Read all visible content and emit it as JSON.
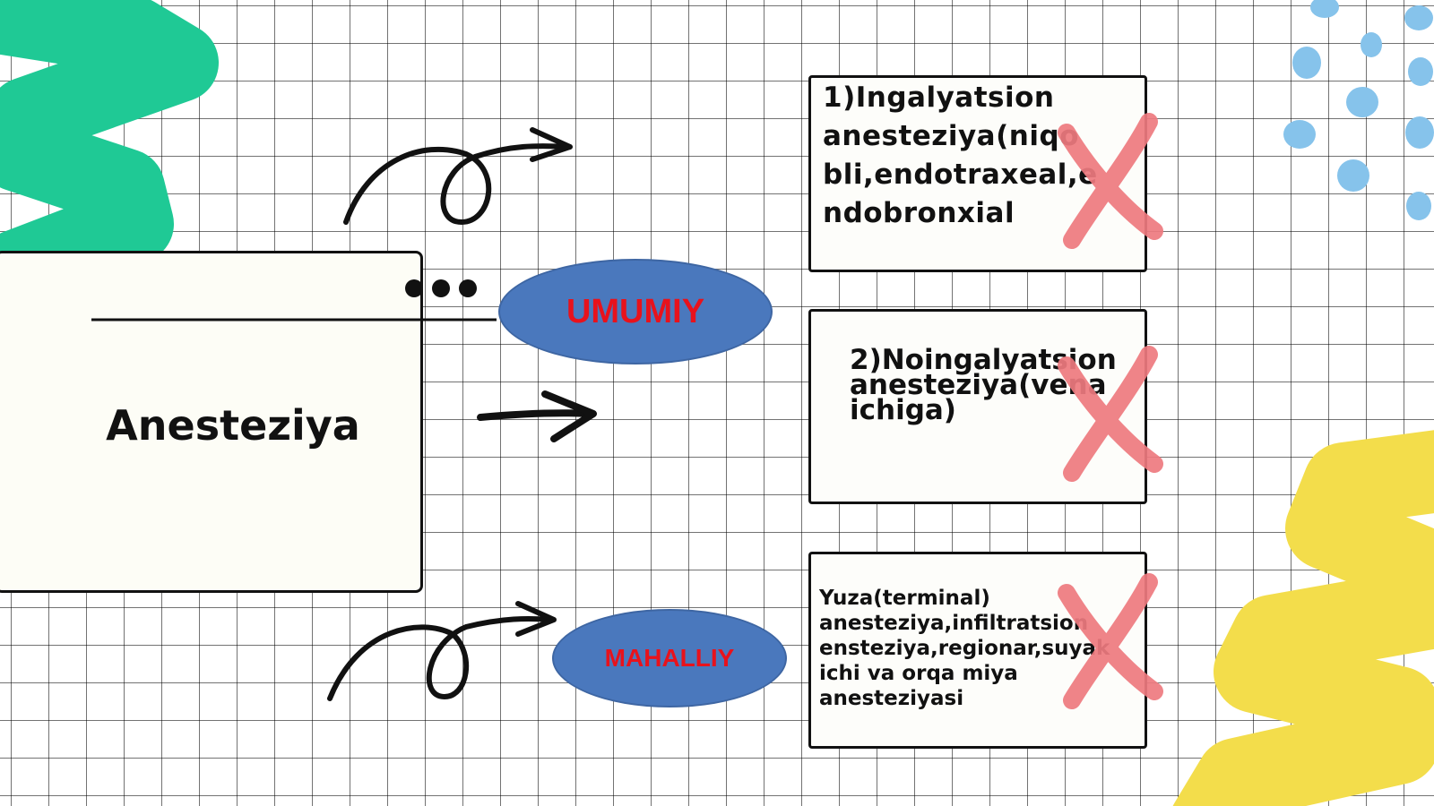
{
  "main": {
    "title": "Anesteziya"
  },
  "categories": {
    "umumiy": "UMUMIY",
    "mahalliy": "MAHALLIY"
  },
  "boxes": [
    {
      "text": "1)Ingalyatsion\nanesteziya(niqo\nbli,endotraxeal,e\nndobronxial"
    },
    {
      "text": "2)Noingalyatsion\nanesteziya(vena\nichiga)"
    },
    {
      "text": "Yuza(terminal)\nanesteziya,infiltratsion\nensteziya,regionar,suyak\nichi va orqa miya\nanesteziyasi"
    }
  ],
  "colors": {
    "green_squiggle": "#1fc995",
    "yellow_squiggle": "#f3dd4b",
    "blue_dots": "#86c3eb",
    "ellipse_fill": "#4a78bd",
    "ellipse_text": "#e8121c",
    "x_mark": "#ee7a7f"
  },
  "icons": [
    "more-dots-icon",
    "curly-arrow-icon",
    "straight-arrow-icon",
    "x-mark-icon"
  ]
}
